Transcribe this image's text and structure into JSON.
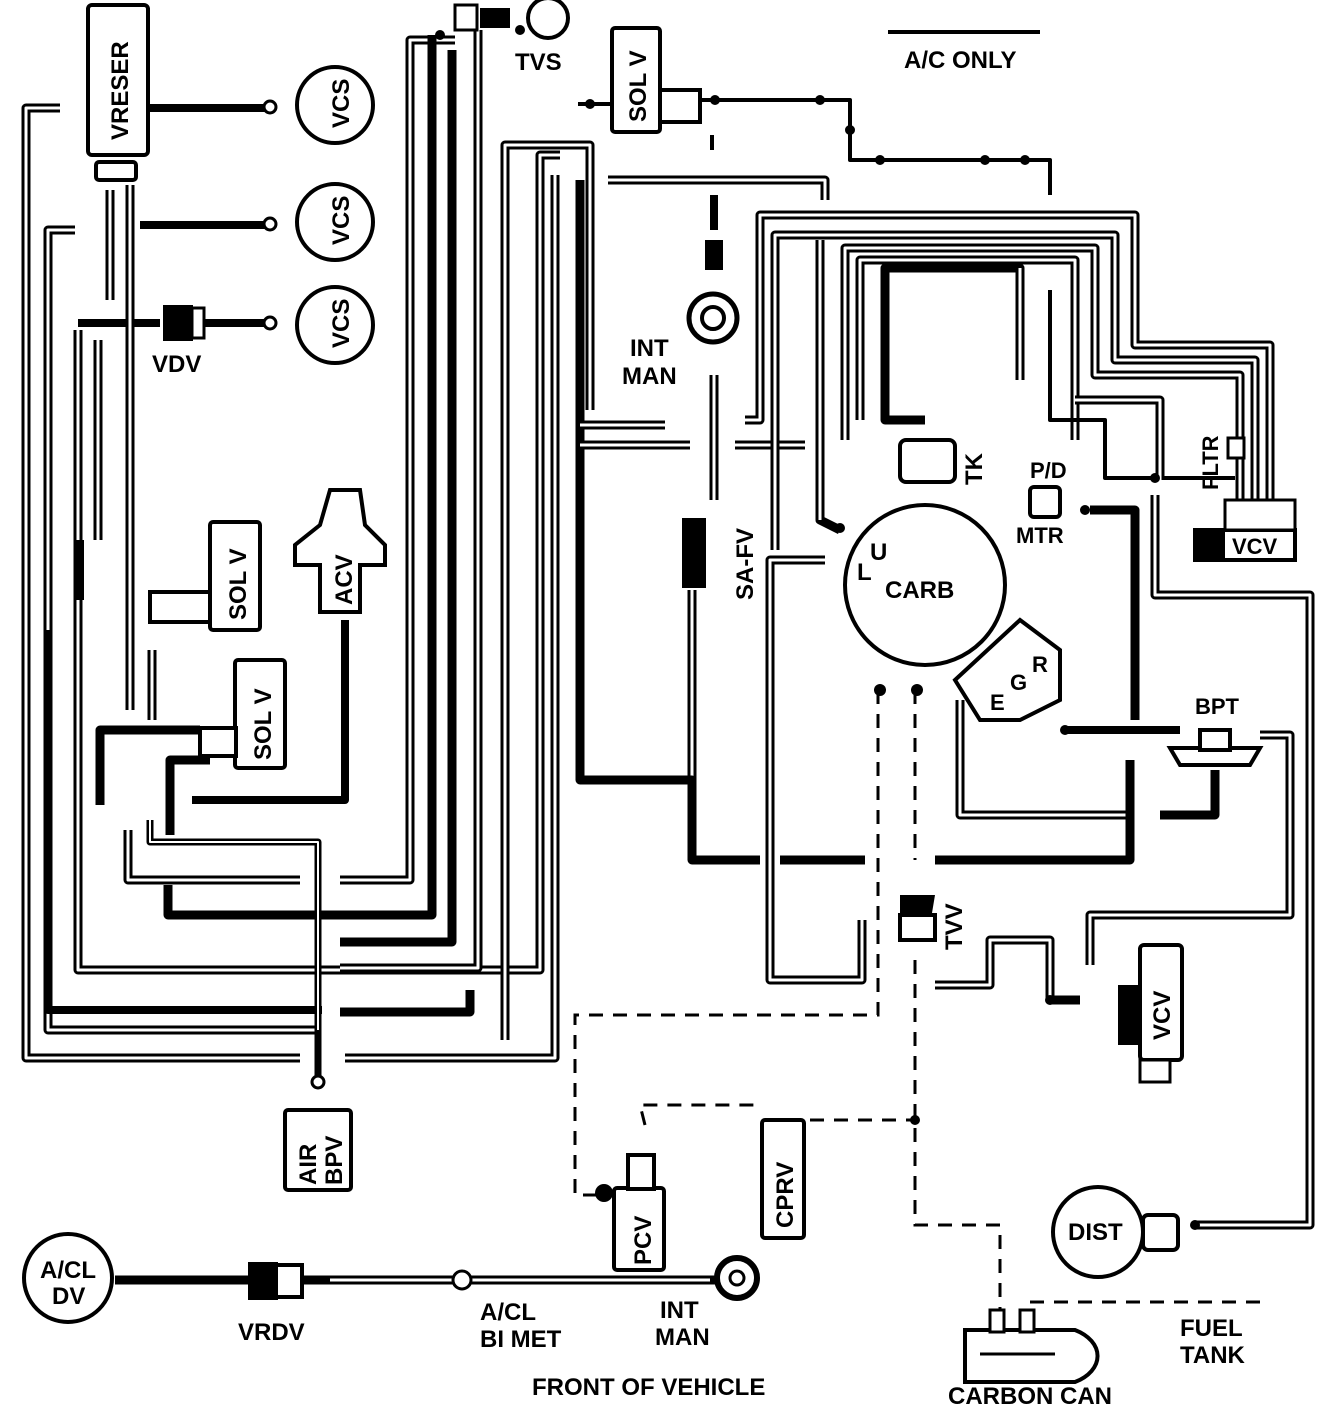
{
  "legend": {
    "ac_only": "A/C ONLY"
  },
  "components": {
    "vreser": "VRESER",
    "vcs_1": "VCS",
    "vcs_2": "VCS",
    "vcs_3": "VCS",
    "vdv": "VDV",
    "tvs": "TVS",
    "sol_v_top": "SOL V",
    "sol_v_left": "SOL V",
    "sol_v_mid": "SOL V",
    "acv": "ACV",
    "int_man_top_line1": "INT",
    "int_man_top_line2": "MAN",
    "sa_fv": "SA-FV",
    "carb": "CARB",
    "carb_u": "U",
    "carb_l": "L",
    "egr_e": "E",
    "egr_g": "G",
    "egr_r": "R",
    "tk": "TK",
    "pd": "P/D",
    "mtr": "MTR",
    "fltr": "FLTR",
    "vcv_right": "VCV",
    "bpt": "BPT",
    "tvv": "TVV",
    "vcv_lower": "VCV",
    "air_bpv_line1": "AIR",
    "air_bpv_line2": "BPV",
    "pcv": "PCV",
    "cprv": "CPRV",
    "dist": "DIST",
    "acl_dv_line1": "A/CL",
    "acl_dv_line2": "DV",
    "vrdv": "VRDV",
    "acl_bimet_line1": "A/CL",
    "acl_bimet_line2": "BI MET",
    "int_man_bottom_line1": "INT",
    "int_man_bottom_line2": "MAN",
    "fuel_tank_line1": "FUEL",
    "fuel_tank_line2": "TANK",
    "carbon_can": "CARBON CAN"
  },
  "footer": {
    "front_of_vehicle": "FRONT OF VEHICLE"
  }
}
